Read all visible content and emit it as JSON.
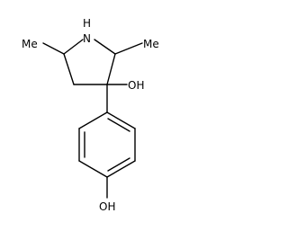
{
  "molecule": {
    "atoms": {
      "nh": "N",
      "nh_h": "H",
      "oh_ring": "OH",
      "oh_phenol": "OH",
      "me_left": "Me",
      "me_right": "Me"
    }
  }
}
